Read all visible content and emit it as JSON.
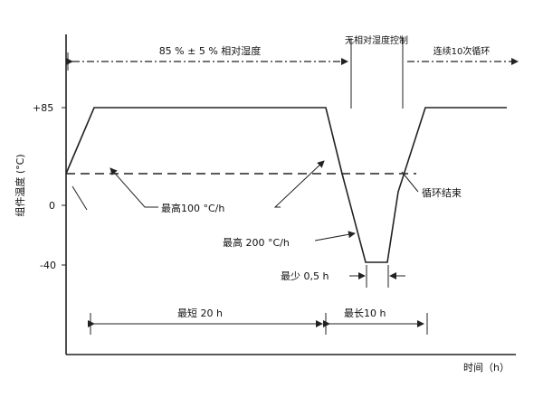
{
  "axes": {
    "y_label": "组件温度 (°C)",
    "x_label": "时间（h）",
    "y_ticks": [
      "+85",
      "0",
      "-40"
    ]
  },
  "annotations": {
    "humidity": "85 % ± 5 % 相对湿度",
    "no_humidity": "无相对湿度控制",
    "continue_cycles": "连续10次循环",
    "max_rate_up": "最高100 °C/h",
    "max_rate_down": "最高 200 °C/h",
    "cycle_end": "循环结束",
    "min_dwell": "最少 0,5 h",
    "min_20h": "最短 20 h",
    "max_10h": "最长10 h"
  }
}
